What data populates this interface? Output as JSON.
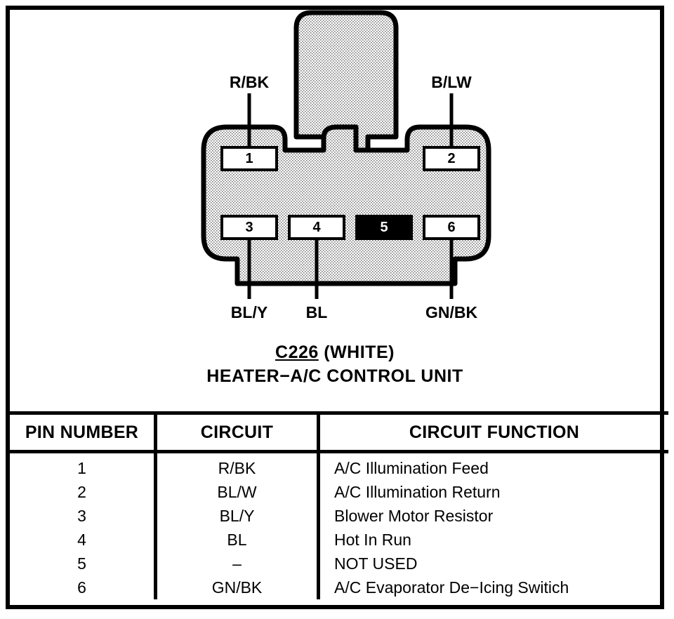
{
  "connector": {
    "id": "C226",
    "color_label": "(WHITE)",
    "name": "HEATER−A/C CONTROL UNIT",
    "wire_labels": {
      "top_left": "R/BK",
      "top_right": "B/LW",
      "bottom_left": "BL/Y",
      "bottom_center": "BL",
      "bottom_right": "GN/BK"
    },
    "pins": [
      {
        "number": "1",
        "unused": false
      },
      {
        "number": "2",
        "unused": false
      },
      {
        "number": "3",
        "unused": false
      },
      {
        "number": "4",
        "unused": false
      },
      {
        "number": "5",
        "unused": true
      },
      {
        "number": "6",
        "unused": false
      }
    ]
  },
  "table": {
    "headers": {
      "pin": "PIN NUMBER",
      "circuit": "CIRCUIT",
      "function": "CIRCUIT FUNCTION"
    },
    "rows": [
      {
        "pin": "1",
        "circuit": "R/BK",
        "function": "A/C Illumination Feed"
      },
      {
        "pin": "2",
        "circuit": "BL/W",
        "function": "A/C Illumination Return"
      },
      {
        "pin": "3",
        "circuit": "BL/Y",
        "function": "Blower Motor Resistor"
      },
      {
        "pin": "4",
        "circuit": "BL",
        "function": "Hot In Run"
      },
      {
        "pin": "5",
        "circuit": "–",
        "function": "NOT USED"
      },
      {
        "pin": "6",
        "circuit": "GN/BK",
        "function": "A/C Evaporator De−Icing Switich"
      }
    ]
  },
  "colors": {
    "ink": "#000000",
    "paper": "#ffffff",
    "connector_fill": "#c9c9c9"
  }
}
